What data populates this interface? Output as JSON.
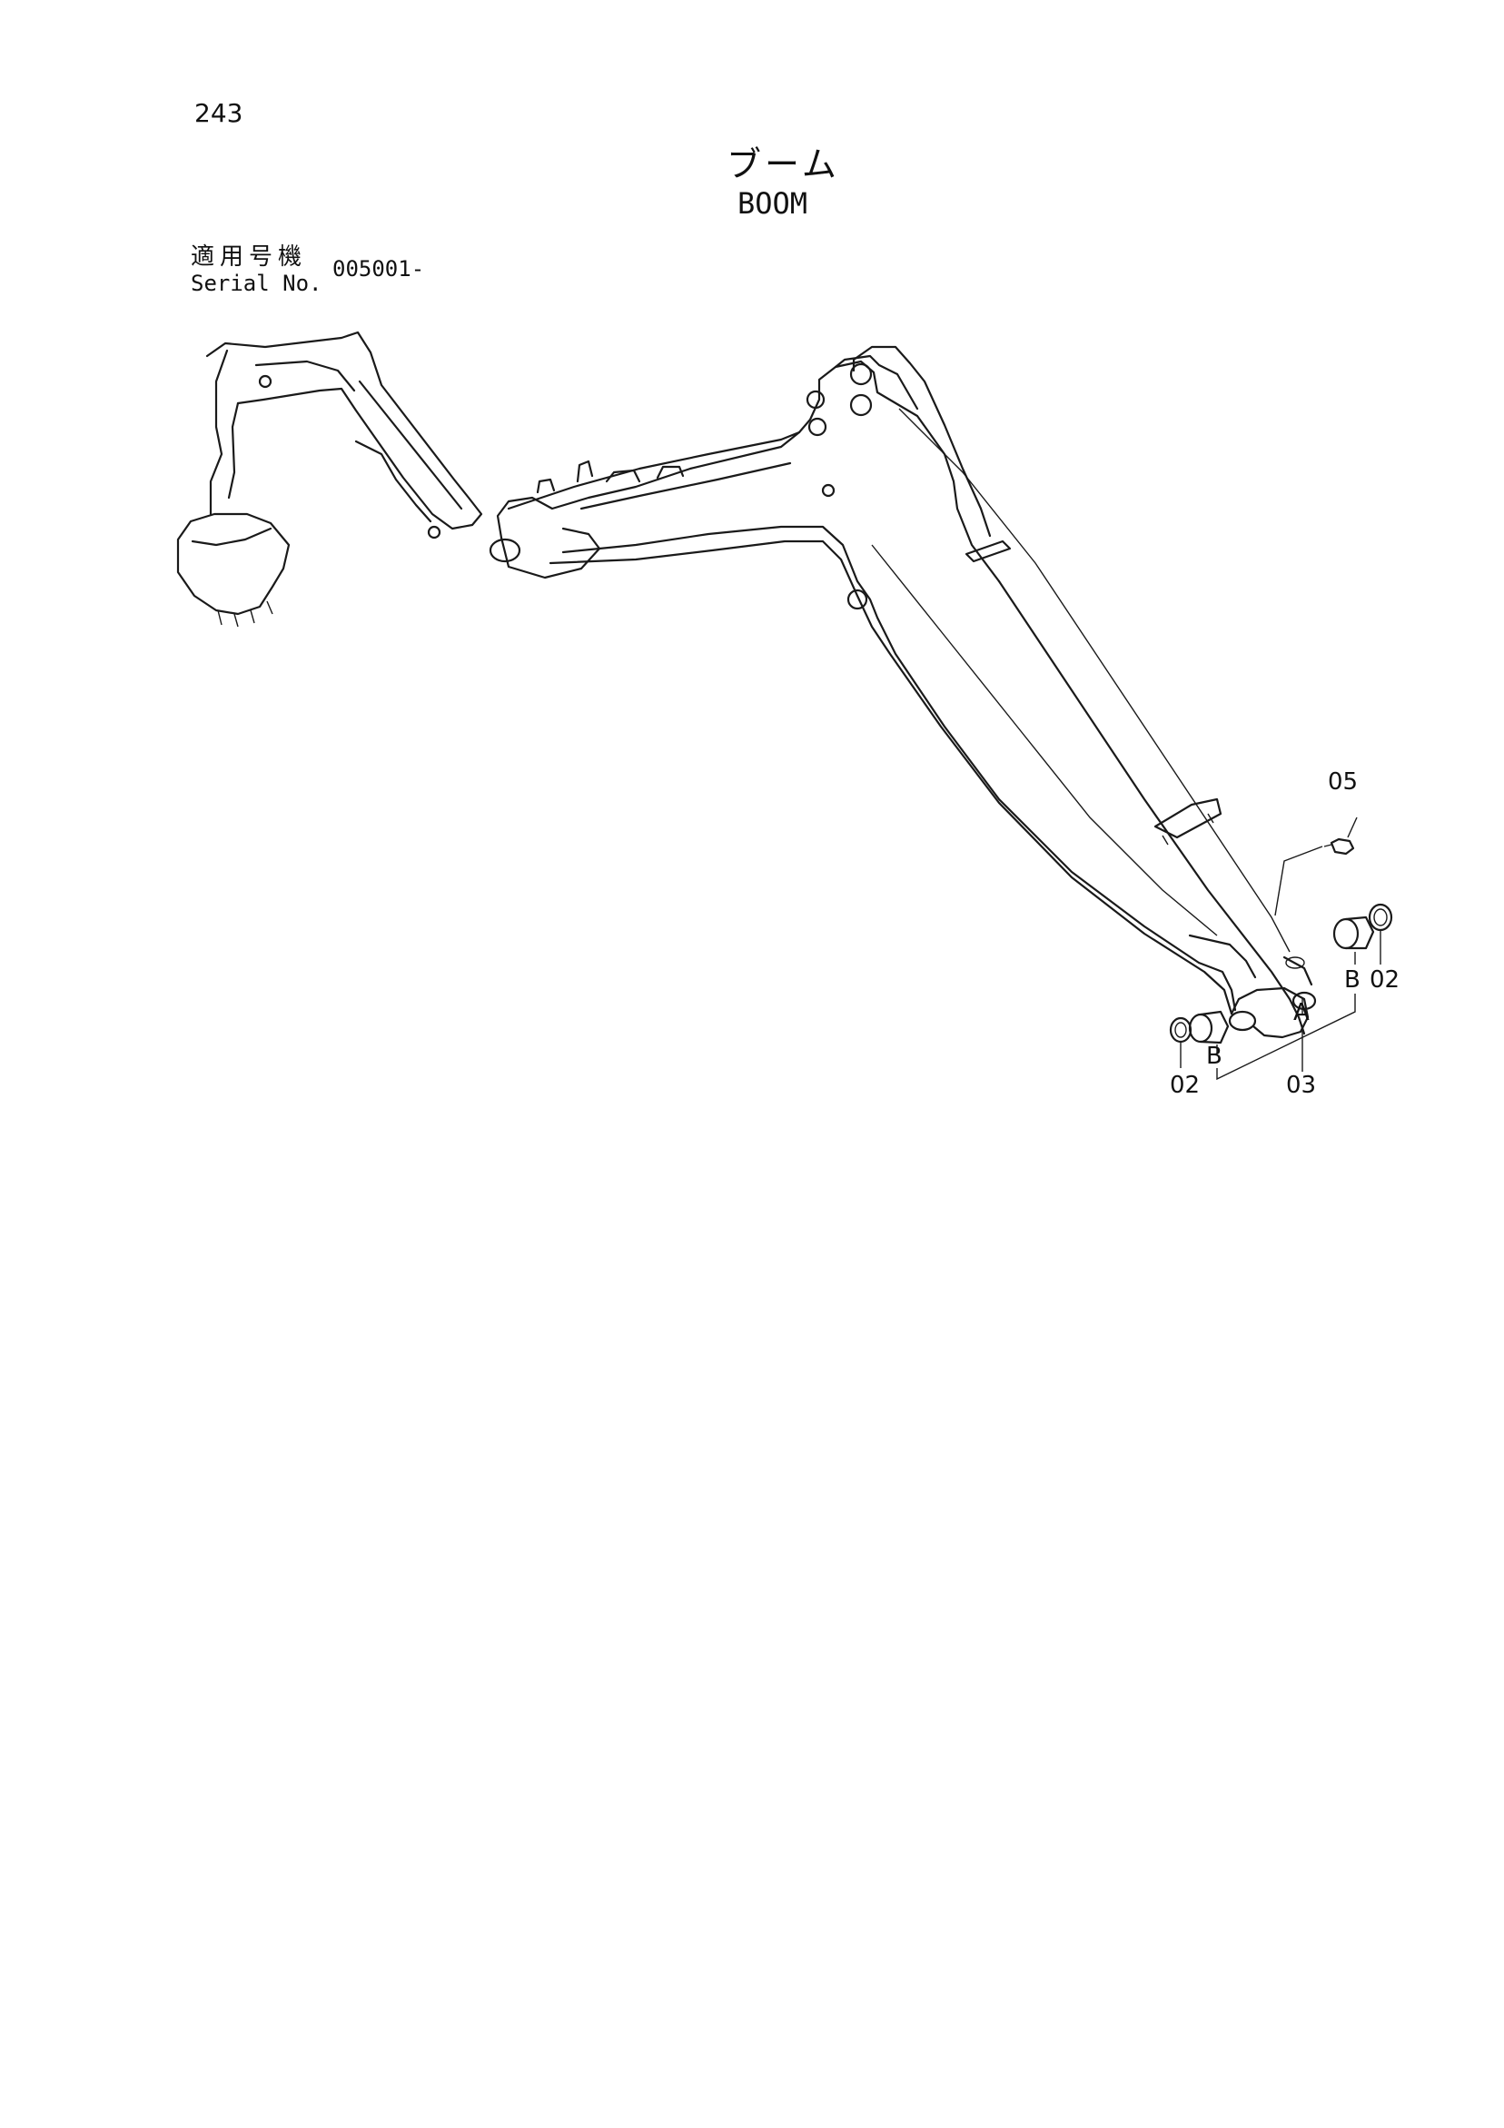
{
  "page": {
    "number": "243",
    "title_jp": "ブーム",
    "title_en": "BOOM",
    "serial_label_jp": "適用号機",
    "serial_label_en": "Serial No.",
    "serial_value": "005001-"
  },
  "callouts": {
    "c05": "05",
    "c02_right": "02",
    "c02_left": "02",
    "cB_right": "B",
    "cB_left": "B",
    "cA": "A",
    "c03": "03"
  },
  "colors": {
    "line": "#1a1a1a",
    "background": "#ffffff"
  }
}
